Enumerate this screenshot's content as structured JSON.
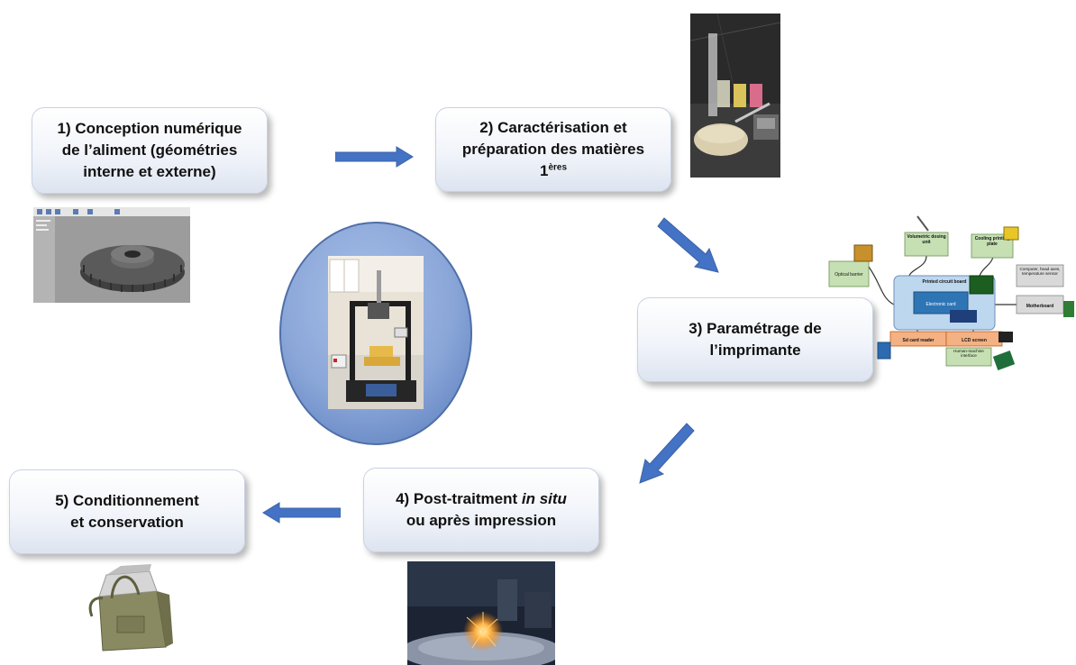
{
  "steps": {
    "s1": {
      "l1": "1) Conception  numérique",
      "l2": "de l’aliment (géométries",
      "l3": "interne et externe)"
    },
    "s2": {
      "l1": "2) Caractérisation et",
      "l2": "préparation des matières",
      "l3": "1",
      "sup": "ères"
    },
    "s3": {
      "l1": "3) Paramétrage de",
      "l2": "l’imprimante"
    },
    "s4": {
      "l1a": "4) Post-traitment ",
      "l1b": "in situ",
      "l2": "ou après impression"
    },
    "s5": {
      "l1": "5) Conditionnement",
      "l2": "et conservation"
    }
  },
  "schematic": {
    "optical_barrier": "Optical barrier",
    "volumetric": "Volumetric dosing unit",
    "cooling": "Cooling printing plate",
    "printed_circuit": "Printed circuit board",
    "electronic_card": "Electronic card",
    "computer": "Computer, head axes, temperature sensor",
    "motherboard": "Motherboard",
    "sd_card": "Sd card reader",
    "lcd": "LCD screen",
    "hmi": "Human-machine interface"
  },
  "colors": {
    "arrow": "#4472c4",
    "circle": "#8ea9db",
    "green_box": "#c6e0b4",
    "blue_card": "#bdd7ee",
    "orange_box": "#f4b183"
  }
}
